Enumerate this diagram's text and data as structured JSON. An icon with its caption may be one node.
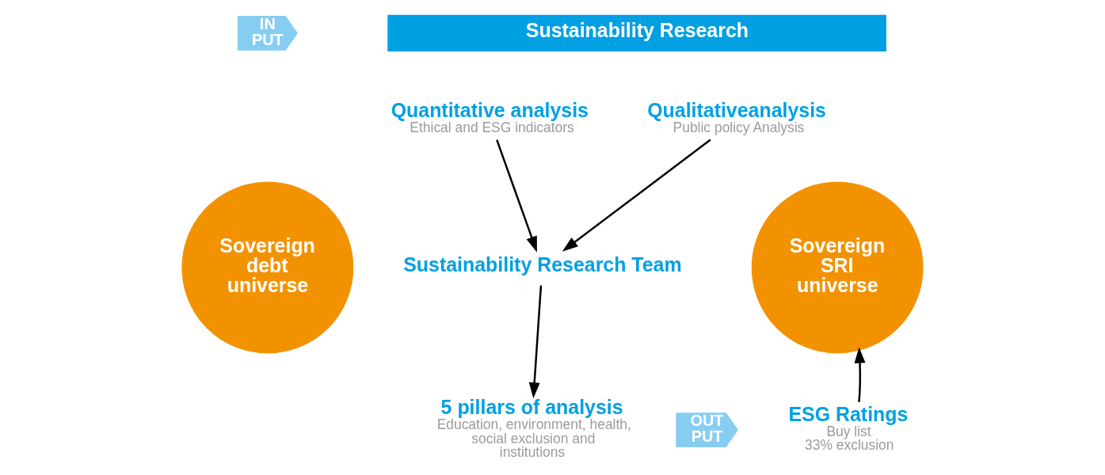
{
  "diagram": {
    "nodes": [
      {
        "text": [
          "IN PUT"
        ]
      },
      {
        "text": [
          "Sustainability Research"
        ]
      },
      {
        "text": [
          "Quantitative analysis",
          "Ethical and ESG indicators"
        ]
      },
      {
        "text": [
          "Qualitativeanalysis",
          "Public policy Analysis"
        ]
      },
      {
        "text": [
          "Sovereign debt universe"
        ]
      },
      {
        "text": [
          "Sustainability Research Team"
        ]
      },
      {
        "text": [
          "Sovereign SRI universe"
        ]
      },
      {
        "text": [
          "5 pillars of analysis",
          "Education, environment, health, social exclusion and institutions"
        ]
      },
      {
        "text": [
          "OUT PUT"
        ]
      },
      {
        "text": [
          "ESG Ratings",
          "Buy list",
          "33% exclusion"
        ]
      }
    ],
    "edges": [
      {
        "from": 2,
        "to": 5,
        "arrow": "to"
      },
      {
        "from": 3,
        "to": 5,
        "arrow": "to"
      },
      {
        "from": 5,
        "to": 7,
        "arrow": "to"
      },
      {
        "from": 9,
        "to": 6,
        "arrow": "to"
      }
    ]
  }
}
